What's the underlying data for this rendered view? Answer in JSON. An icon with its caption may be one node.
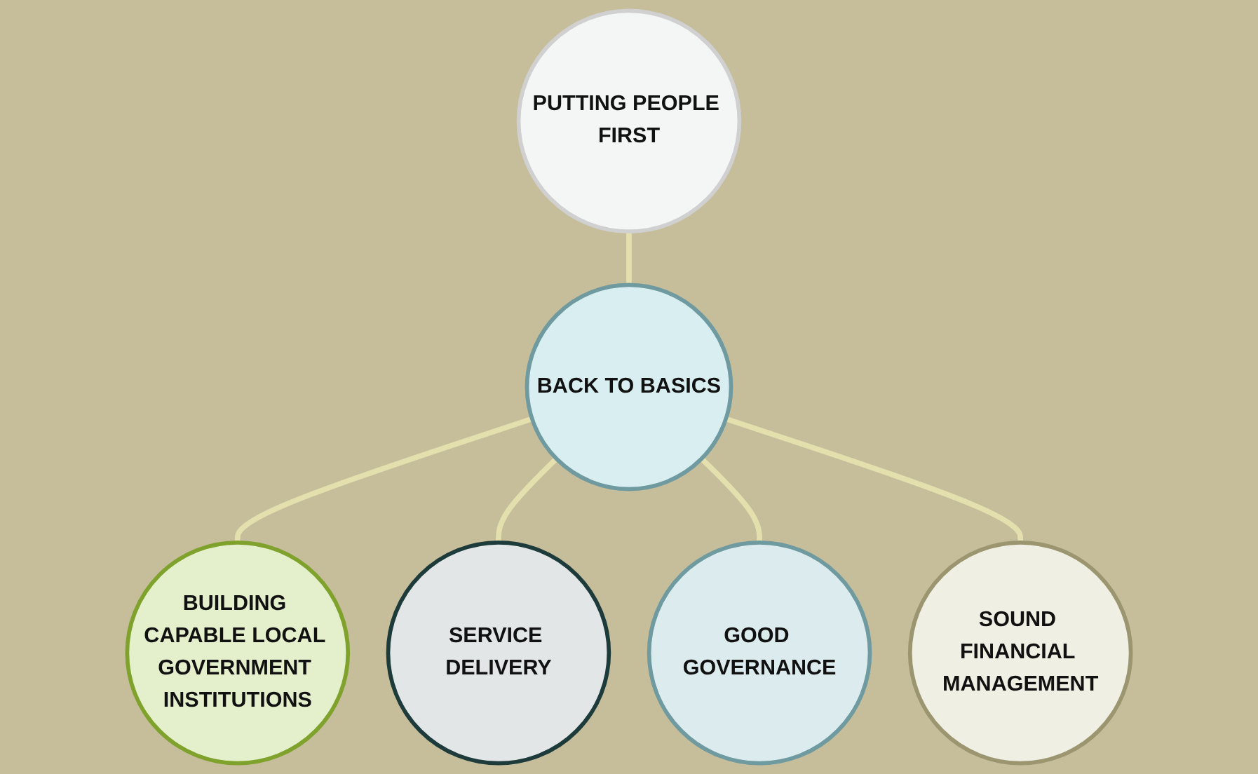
{
  "diagram": {
    "nodes": [
      {
        "text": [
          "PUTTING PEOPLE FIRST"
        ]
      },
      {
        "text": [
          "BUILDING CAPABLE LOCAL GOVERNMENT INSTITUTIONS"
        ]
      },
      {
        "text": [
          "SERVICE DELIVERY"
        ]
      },
      {
        "text": [
          "BACK TO BASICS"
        ]
      },
      {
        "text": [
          "GOOD GOVERNANCE"
        ]
      },
      {
        "text": [
          "SOUND FINANCIAL MANAGEMENT"
        ]
      }
    ],
    "edges": [
      {
        "from": 0,
        "to": 3,
        "arrow": "none"
      },
      {
        "from": 3,
        "to": 1,
        "arrow": "none"
      },
      {
        "from": 3,
        "to": 2,
        "arrow": "none"
      },
      {
        "from": 3,
        "to": 4,
        "arrow": "none"
      },
      {
        "from": 3,
        "to": 5,
        "arrow": "none"
      }
    ]
  }
}
